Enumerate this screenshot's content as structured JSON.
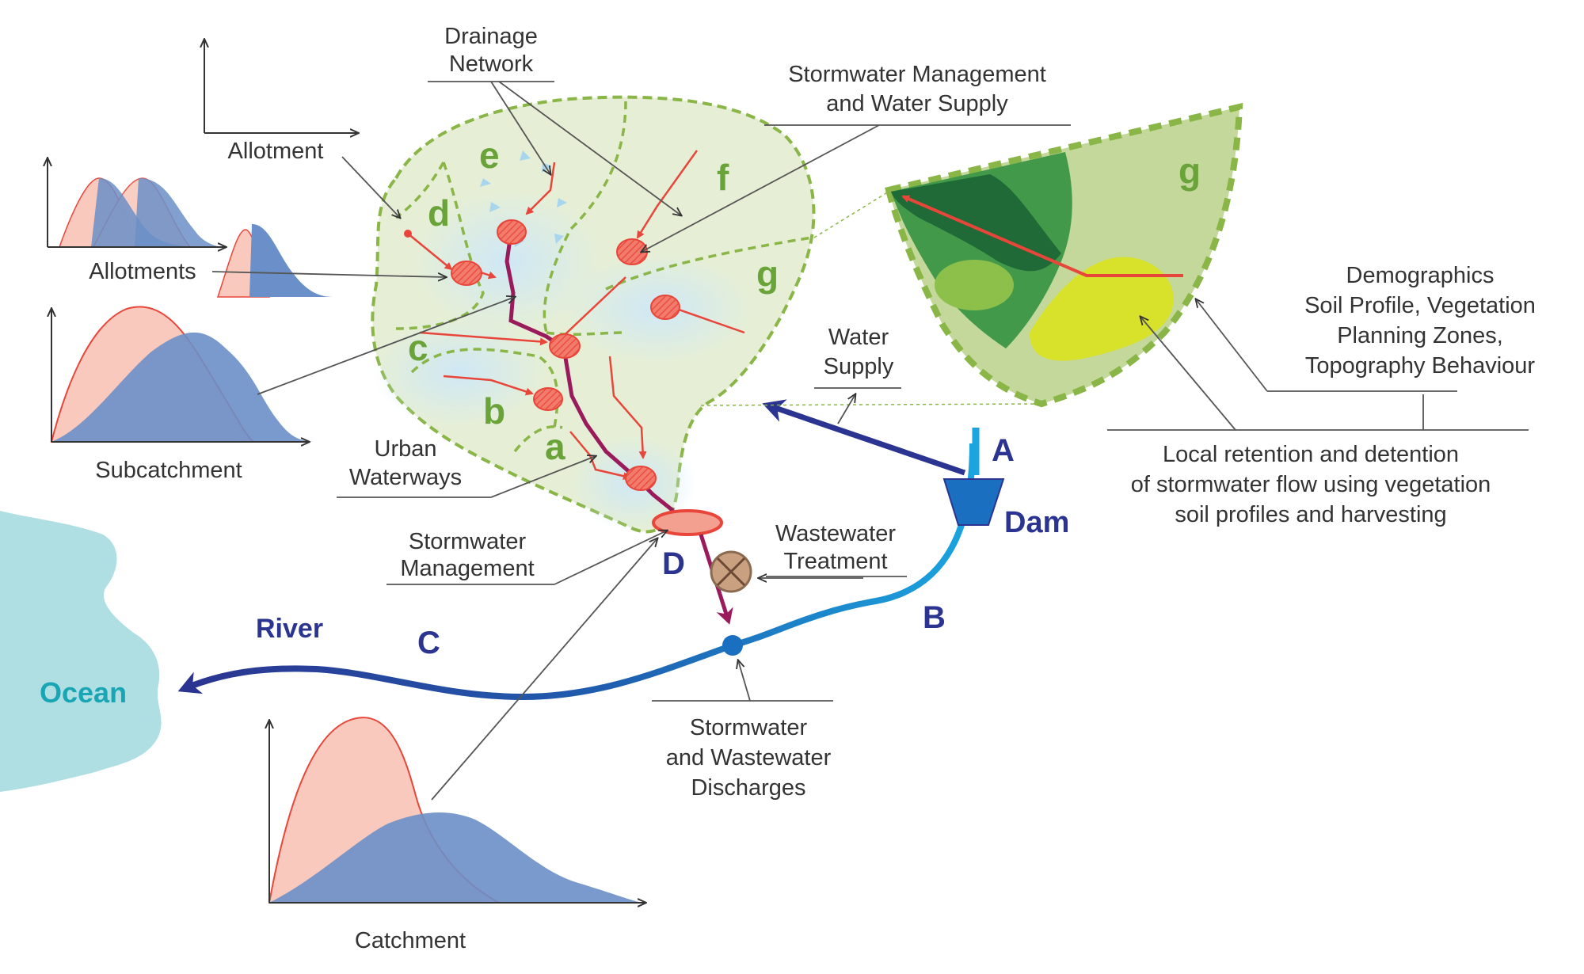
{
  "labels": {
    "drainage_network_1": "Drainage",
    "drainage_network_2": "Network",
    "stormwater_supply_1": "Stormwater Management",
    "stormwater_supply_2": "and Water Supply",
    "allotment": "Allotment",
    "allotments": "Allotments",
    "subcatchment": "Subcatchment",
    "urban_waterways_1": "Urban",
    "urban_waterways_2": "Waterways",
    "stormwater_management_1": "Stormwater",
    "stormwater_management_2": "Management",
    "wastewater_treatment_1": "Wastewater",
    "wastewater_treatment_2": "Treatment",
    "water_supply_1": "Water",
    "water_supply_2": "Supply",
    "discharges_1": "Stormwater",
    "discharges_2": "and Wastewater",
    "discharges_3": "Discharges",
    "catchment": "Catchment",
    "river": "River",
    "ocean": "Ocean",
    "dam": "Dam",
    "demographics_1": "Demographics",
    "demographics_2": "Soil Profile, Vegetation",
    "demographics_3": "Planning Zones,",
    "demographics_4": "Topography Behaviour",
    "retention_1": "Local retention and detention",
    "retention_2": "of stormwater flow using vegetation",
    "retention_3": "soil profiles and harvesting"
  },
  "zones": {
    "a": "a",
    "b": "b",
    "c": "c",
    "d": "d",
    "e": "e",
    "f": "f",
    "g": "g",
    "g_detail": "g"
  },
  "keys": {
    "A": "A",
    "B": "B",
    "C": "C",
    "D": "D"
  },
  "colors": {
    "catchment_fill": "#e8f0d8",
    "boundary": "#8ab547",
    "drain_red": "#e8463a",
    "waterway": "#9a1b5c",
    "river_dark": "#2b3490",
    "river_light": "#1aa5e0",
    "ocean": "#b0dfe3",
    "pre_dev": "#f9c9bd",
    "post_dev": "#6b8fc8"
  }
}
